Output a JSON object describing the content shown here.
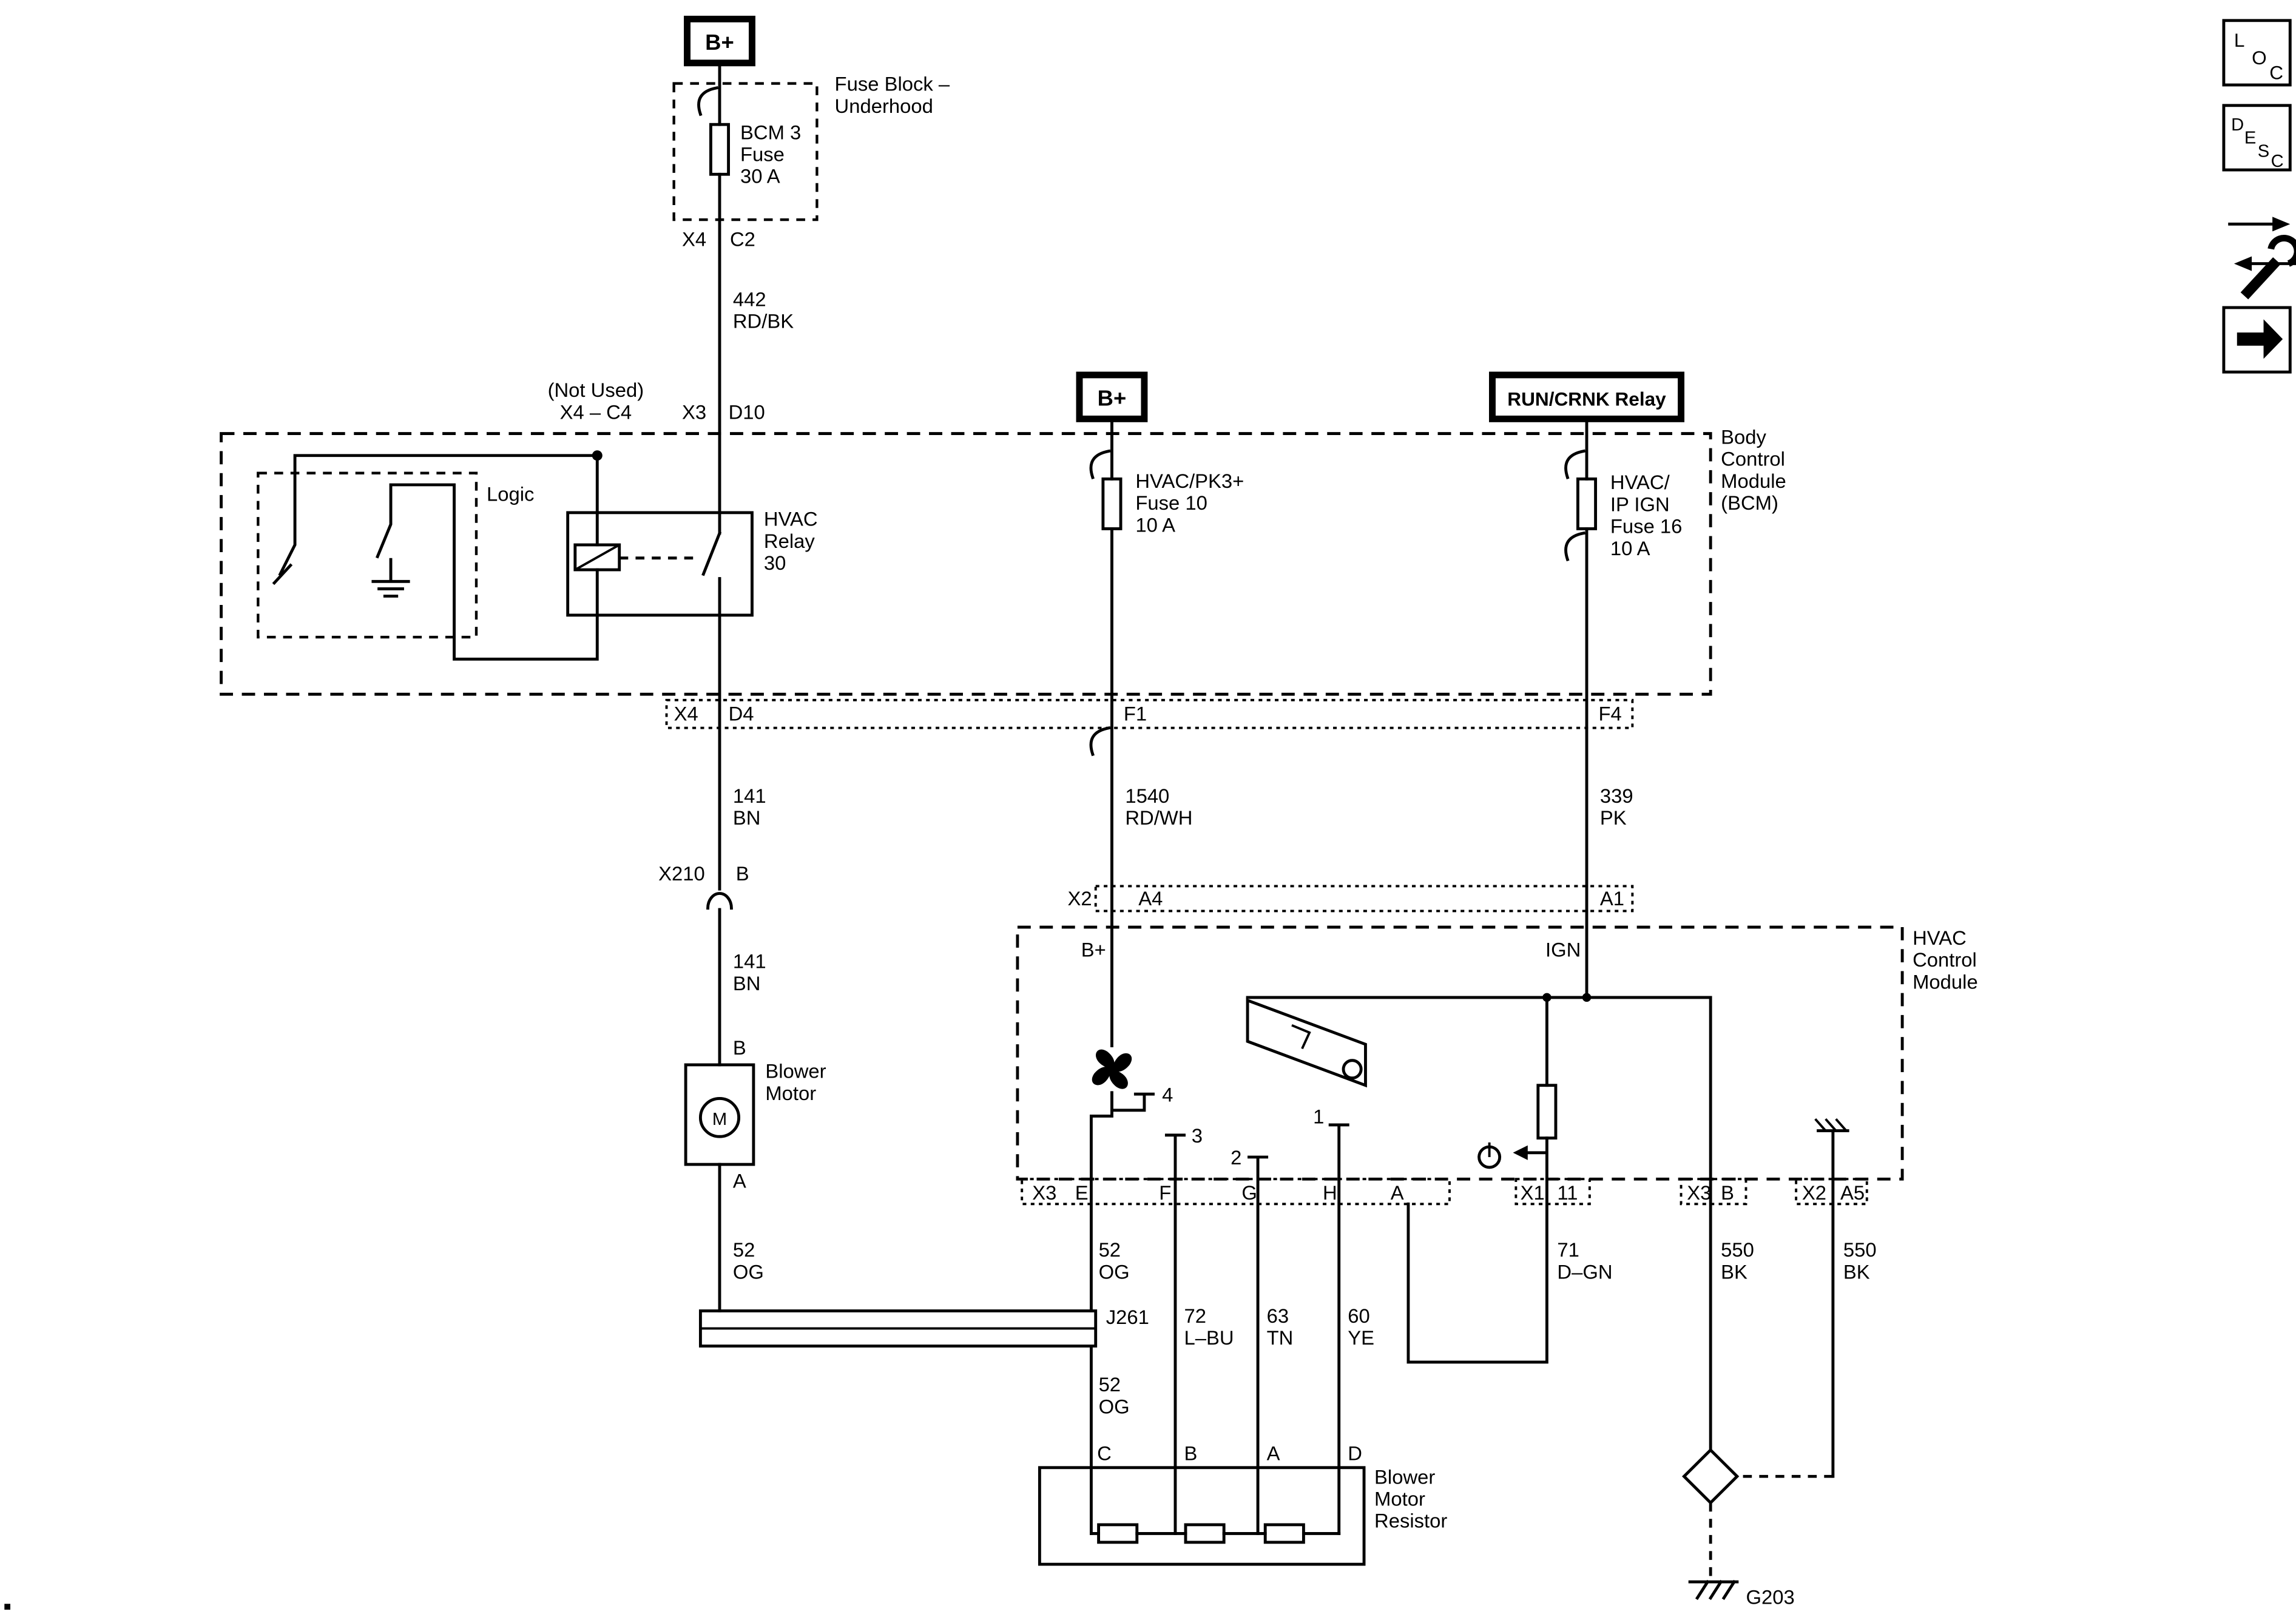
{
  "colors": {
    "line": "#000000",
    "background": "#ffffff"
  },
  "t": {
    "b_plus_top": "B+",
    "fuse_block_line1": "Fuse Block –",
    "fuse_block_line2": "Underhood",
    "bcm3_fuse_line1": "BCM 3",
    "bcm3_fuse_line2": "Fuse",
    "bcm3_fuse_line3": "30 A",
    "conn_x4_top": "X4",
    "conn_c2": "C2",
    "wire_442_num": "442",
    "wire_442_color": "RD/BK",
    "not_used_line1": "(Not Used)",
    "not_used_line2": "X4 – C4",
    "conn_x3_top": "X3",
    "conn_d10": "D10",
    "logic_label": "Logic",
    "hvac_relay_line1": "HVAC",
    "hvac_relay_line2": "Relay",
    "hvac_relay_line3": "30",
    "bcm_line1": "Body",
    "bcm_line2": "Control",
    "bcm_line3": "Module",
    "bcm_line4": "(BCM)",
    "b_plus_mid": "B+",
    "pk3_fuse_line1": "HVAC/PK3+",
    "pk3_fuse_line2": "Fuse 10",
    "pk3_fuse_line3": "10 A",
    "run_crnk_relay": "RUN/CRNK Relay",
    "ign_fuse_line1": "HVAC/",
    "ign_fuse_line2": "IP IGN",
    "ign_fuse_line3": "Fuse 16",
    "ign_fuse_line4": "10 A",
    "conn_x4_bottom": "X4",
    "conn_d4": "D4",
    "conn_f1": "F1",
    "conn_f4": "F4",
    "wire_141_num": "141",
    "wire_141_color": "BN",
    "wire_1540_num": "1540",
    "wire_1540_color": "RD/WH",
    "wire_339_num": "339",
    "wire_339_color": "PK",
    "conn_x210": "X210",
    "conn_x210_b": "B",
    "wire_141b_num": "141",
    "wire_141b_color": "BN",
    "blower_pin_b": "B",
    "blower_line1": "Blower",
    "blower_line2": "Motor",
    "motor_m": "M",
    "blower_pin_a": "A",
    "wire_52a_num": "52",
    "wire_52a_color": "OG",
    "conn_x2_top": "X2",
    "conn_a4": "A4",
    "conn_a1": "A1",
    "pin_b_plus": "B+",
    "pin_ign": "IGN",
    "hvac_cm_line1": "HVAC",
    "hvac_cm_line2": "Control",
    "hvac_cm_line3": "Module",
    "sw_pos_4": "4",
    "sw_pos_3": "3",
    "sw_pos_2": "2",
    "sw_pos_1": "1",
    "conn_x3_bottom": "X3",
    "pin_e": "E",
    "pin_f": "F",
    "pin_g": "G",
    "pin_h": "H",
    "pin_a": "A",
    "conn_x1": "X1",
    "pin_11": "11",
    "conn_x3_right": "X3",
    "pin_b": "B",
    "conn_x2_right": "X2",
    "pin_a5": "A5",
    "wire_52b_num": "52",
    "wire_52b_color": "OG",
    "wire_71_num": "71",
    "wire_71_color": "D–GN",
    "wire_550a_num": "550",
    "wire_550a_color": "BK",
    "wire_550b_num": "550",
    "wire_550b_color": "BK",
    "splice_j261": "J261",
    "wire_72_num": "72",
    "wire_72_color": "L–BU",
    "wire_63_num": "63",
    "wire_63_color": "TN",
    "wire_60_num": "60",
    "wire_60_color": "YE",
    "wire_52c_num": "52",
    "wire_52c_color": "OG",
    "res_pin_c": "C",
    "res_pin_b": "B",
    "res_pin_a": "A",
    "res_pin_d": "D",
    "bmr_line1": "Blower",
    "bmr_line2": "Motor",
    "bmr_line3": "Resistor",
    "ground_g203": "G203",
    "icon_loc_l": "L",
    "icon_loc_o": "O",
    "icon_loc_c": "C",
    "icon_desc_d": "D",
    "icon_desc_e": "E",
    "icon_desc_s": "S",
    "icon_desc_c": "C"
  }
}
